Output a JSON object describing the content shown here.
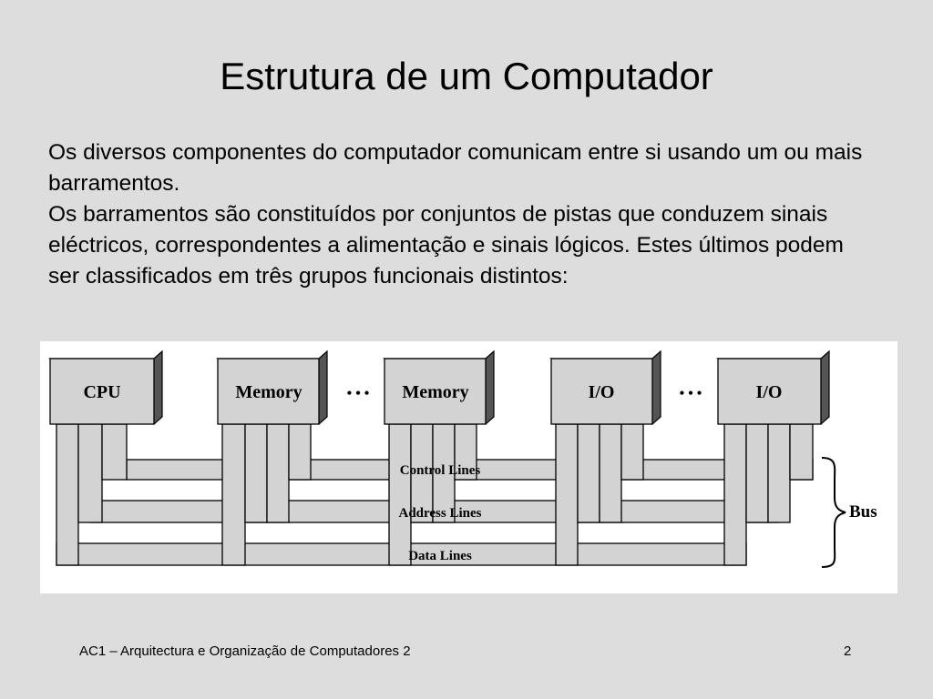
{
  "slide": {
    "title": "Estrutura de um Computador",
    "paragraphs": [
      "Os diversos componentes do computador comunicam entre si usando um ou mais barramentos.",
      "Os barramentos são constituídos por conjuntos de pistas que conduzem sinais eléctricos, correspondentes a alimentação e sinais lógicos. Estes últimos podem ser classificados em três grupos funcionais distintos:"
    ]
  },
  "diagram": {
    "modules": [
      "CPU",
      "Memory",
      "Memory",
      "I/O",
      "I/O"
    ],
    "ellipsis": [
      "• • •",
      "• • •"
    ],
    "lines": [
      "Control Lines",
      "Address Lines",
      "Data Lines"
    ],
    "bus_label": "Bus",
    "colors": {
      "module_face": "#d3d3d3",
      "module_side": "#555555",
      "bus_fill": "#d3d3d3",
      "stroke": "#000000"
    }
  },
  "footer": {
    "course": "AC1 – Arquitectura e Organização de Computadores 2",
    "page": "2"
  }
}
